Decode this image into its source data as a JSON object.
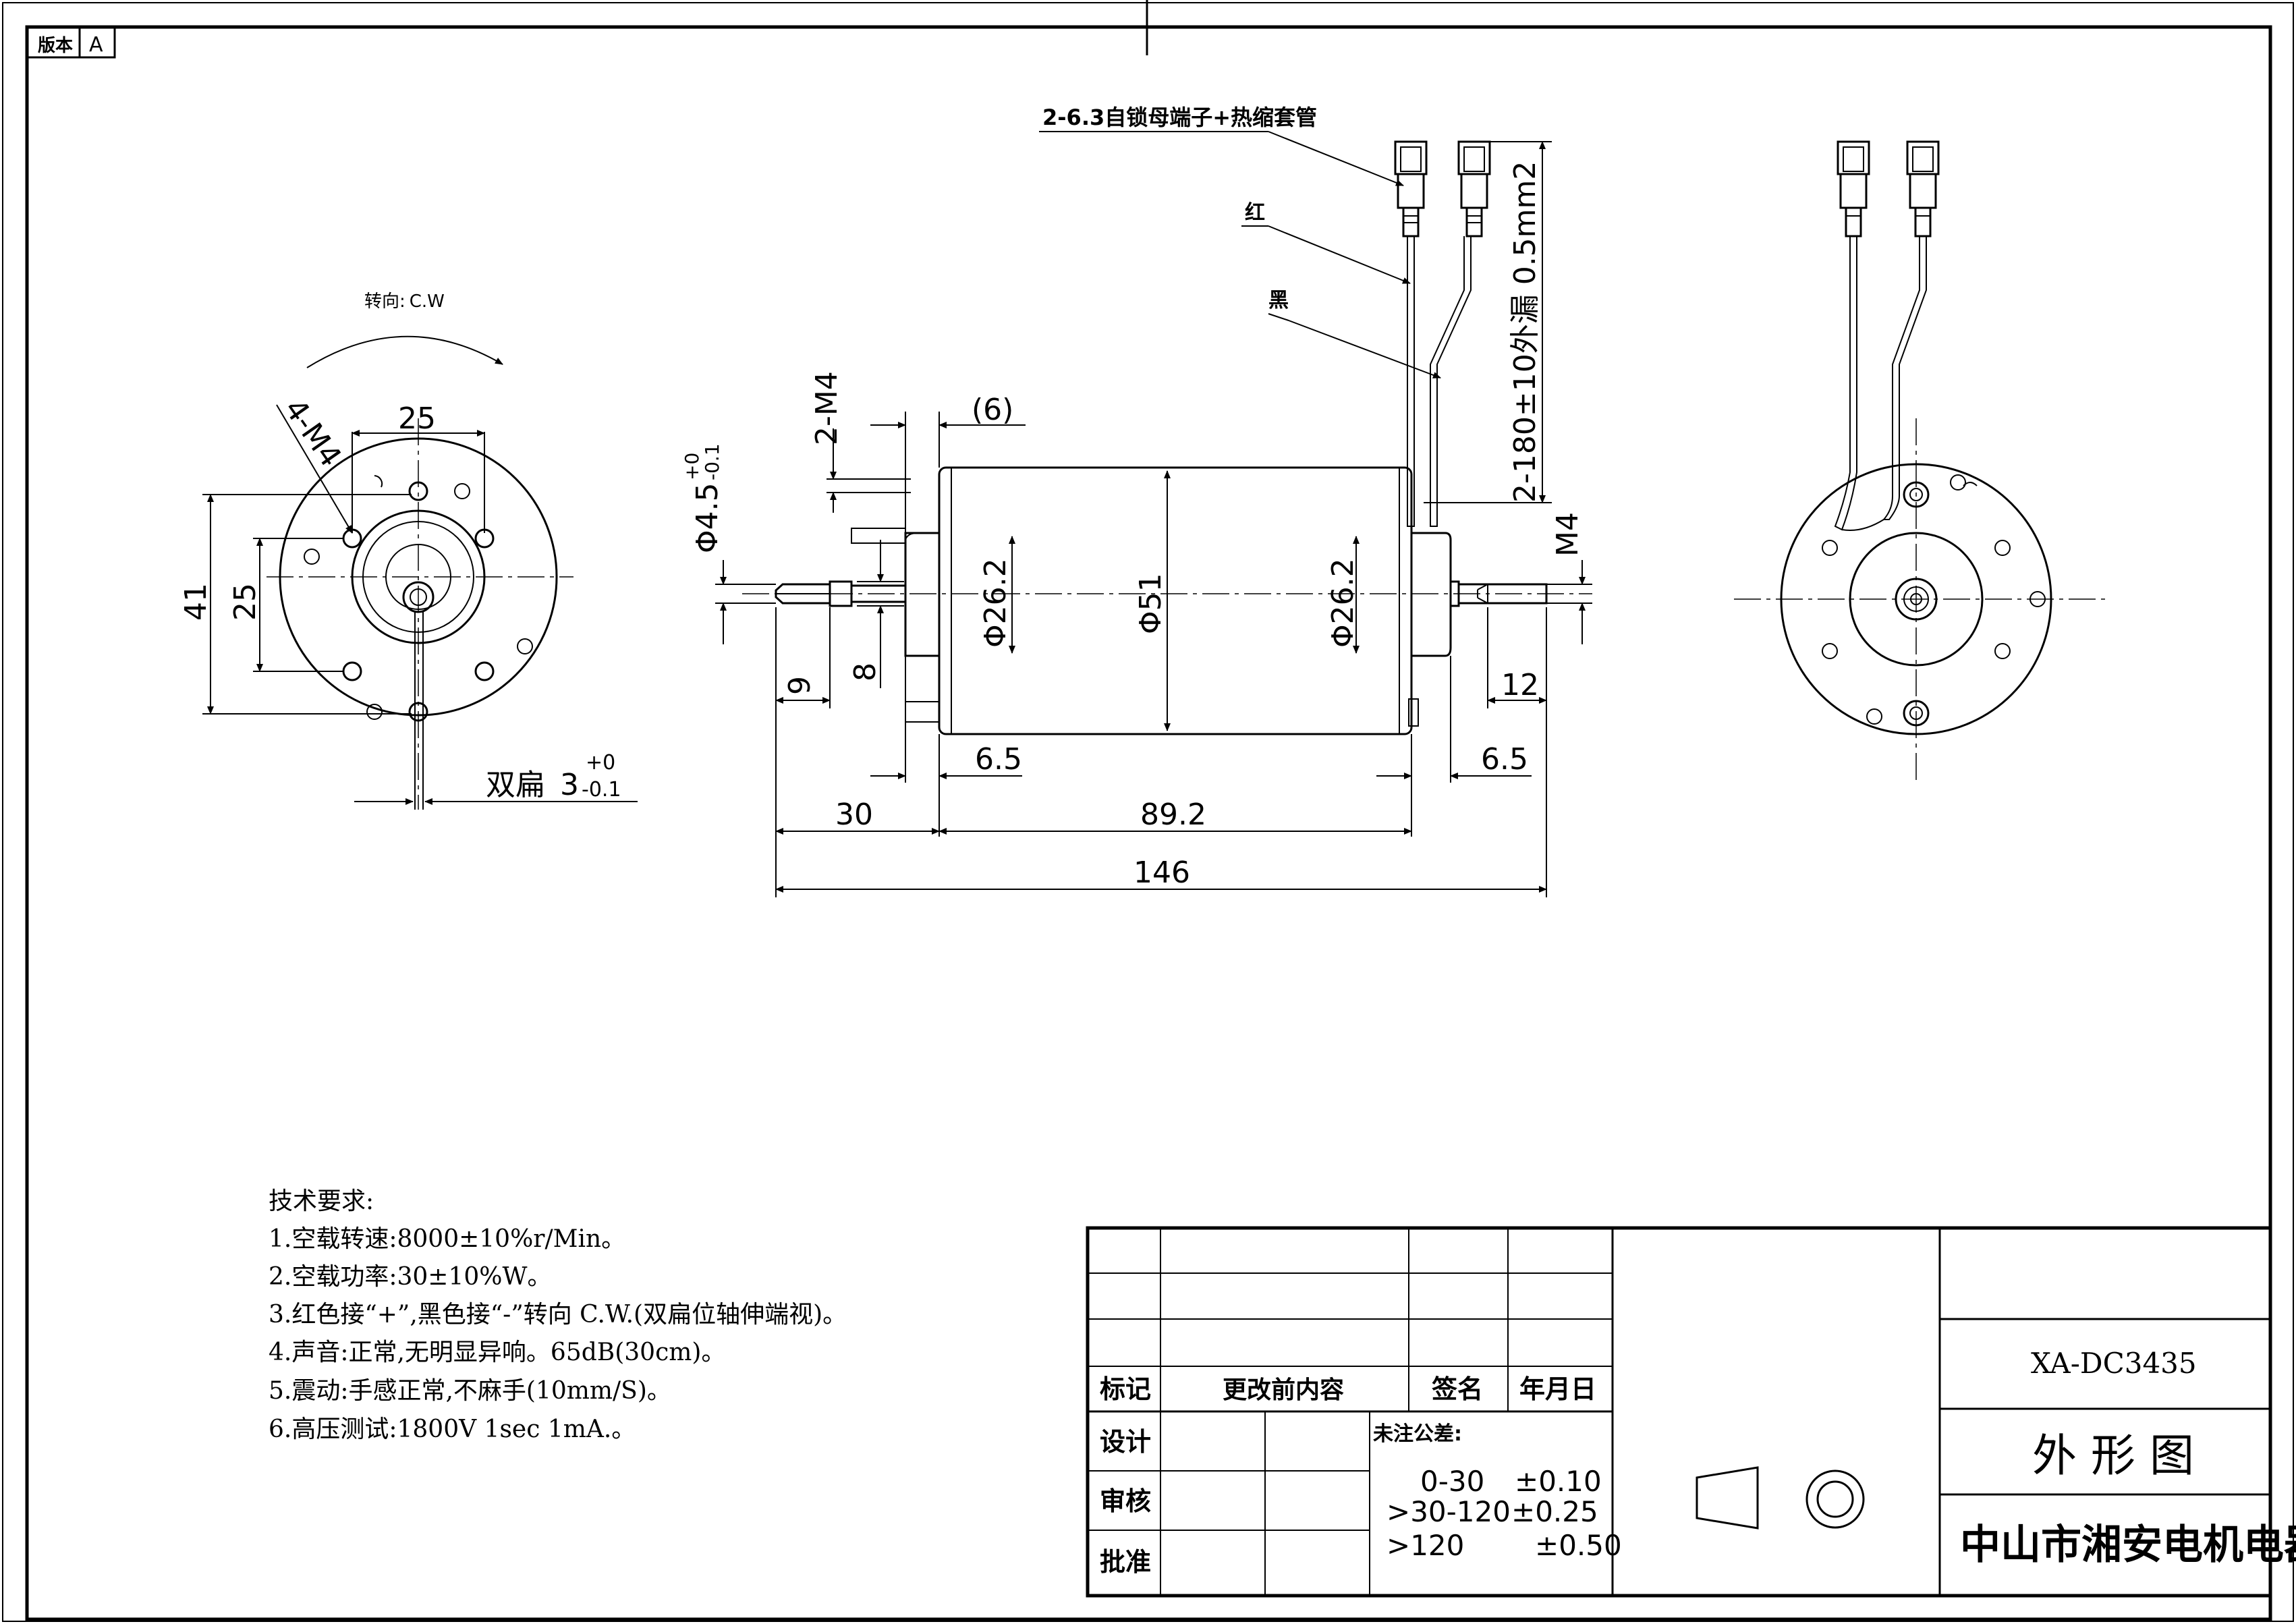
{
  "revision": {
    "label": "版本",
    "value": "A"
  },
  "rotation": {
    "label": "转向:",
    "value": "C.W"
  },
  "wire_callouts": {
    "terminal": "2-6.3自锁母端子+热缩套管",
    "red": "红",
    "black": "黑",
    "wire_spec": "2-180±10外漏 0.5mm2"
  },
  "dimensions": {
    "four_m4": "4-M4",
    "d25_top": "25",
    "d41": "41",
    "d25_side": "25",
    "flat_label": "双扁",
    "flat_value": "3",
    "flat_tol_up": "+0",
    "flat_tol_down": "-0.1",
    "two_m4": "2-M4",
    "six_paren": "(6)",
    "shaft_dia": "Φ4.5",
    "shaft_tol_up": "+0",
    "shaft_tol_down": "-0.1",
    "boss_front": "Φ26.2",
    "body_dia": "Φ51",
    "boss_rear": "Φ26.2",
    "m4_rear": "M4",
    "nine": "9",
    "eight": "8",
    "twelve": "12",
    "six_five_left": "6.5",
    "six_five_right": "6.5",
    "thirty": "30",
    "body_len": "89.2",
    "total_len": "146"
  },
  "tech_requirements": {
    "title": "技术要求:",
    "items": [
      "1.空载转速:8000±10%r/Min。",
      "2.空载功率:30±10%W。",
      "3.红色接“+”,黑色接“-”转向 C.W.(双扁位轴伸端视)。",
      "4.声音:正常,无明显异响。65dB(30cm)。",
      "5.震动:手感正常,不麻手(10mm/S)。",
      "6.高压测试:1800V 1sec 1mA.。"
    ]
  },
  "title_block": {
    "col_mark": "标记",
    "col_change": "更改前内容",
    "col_sign": "签名",
    "col_date": "年月日",
    "row_design": "设计",
    "row_review": "审核",
    "row_approve": "批准",
    "tolerance_title": "未注公差:",
    "tolerances": [
      {
        "range": "0-30",
        "value": "±0.10"
      },
      {
        "range": ">30-120",
        "value": "±0.25"
      },
      {
        "range": ">120",
        "value": "±0.50"
      }
    ],
    "model": "XA-DC3435",
    "drawing_name": "外 形 图",
    "company": "中山市湘安电机电器"
  }
}
